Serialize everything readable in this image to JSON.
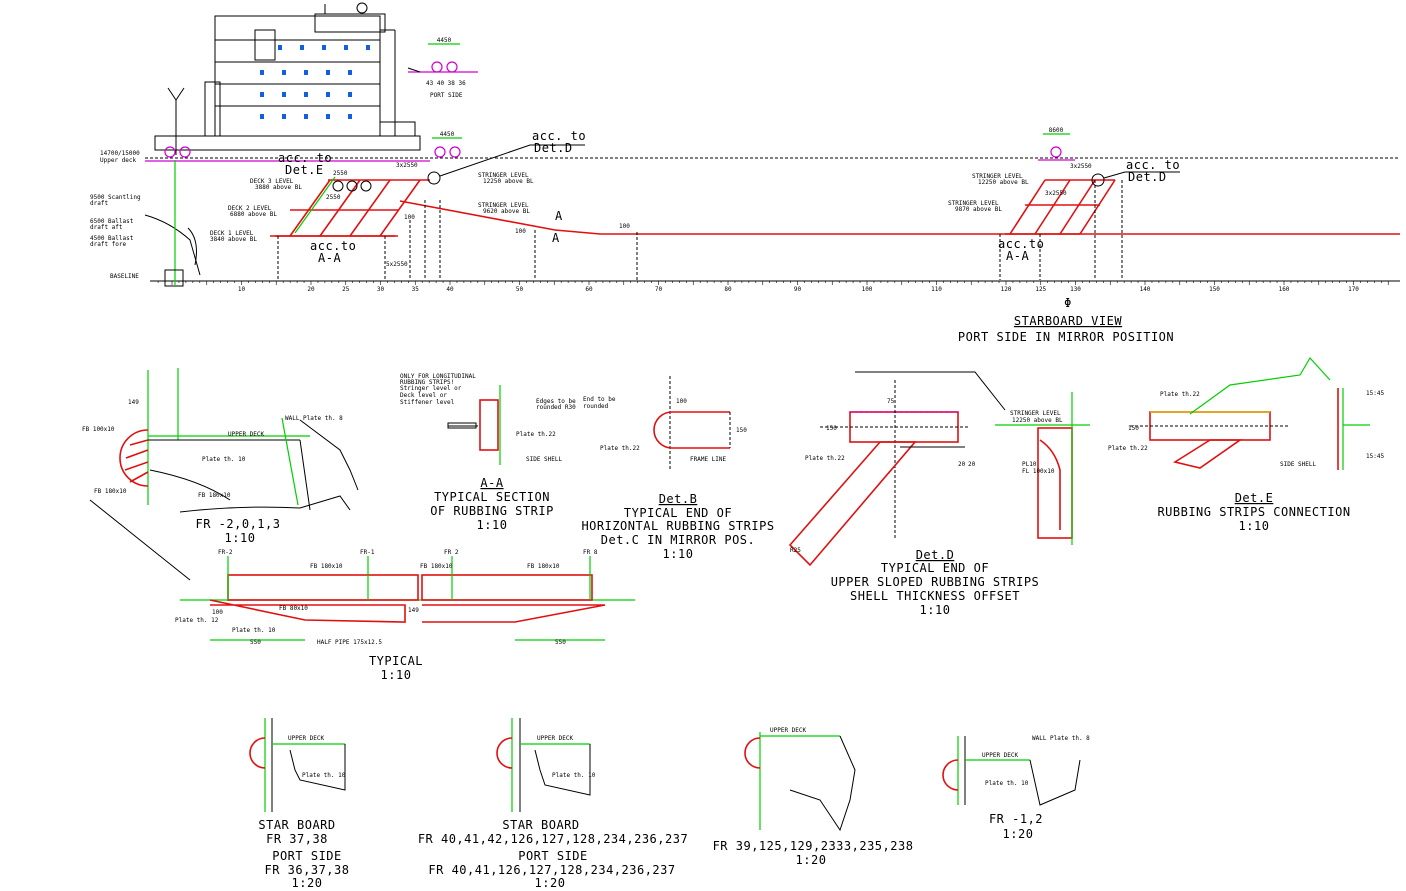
{
  "colors": {
    "red": "#e01010",
    "green": "#00d000",
    "magenta": "#d000d0",
    "black": "#000000",
    "yellow": "#d8c800",
    "blue": "#1060e0"
  },
  "profile": {
    "dim_top": "4450",
    "port_side_label": "PORT SIDE",
    "port_side_dims": "43  40  38  36",
    "dim_mid": "4450",
    "upper_deck_left": "14700/15000",
    "upper_deck": "Upper deck",
    "sounding": "9500 Scantling",
    "sounding2": "draft",
    "ballast_aft": "6500 Ballast",
    "ballast_aft2": "draft aft",
    "ballast_fore": "4500 Ballast",
    "ballast_fore2": "draft fore",
    "baseline": "BASELINE",
    "deck3": "DECK 3 LEVEL",
    "deck3_sub": "3880 above BL",
    "deck2": "DECK 2 LEVEL",
    "deck2_sub": "6880 above BL",
    "deck1": "DECK 1 LEVEL",
    "deck1_sub": "3840 above BL",
    "acc_det_e": "acc. to",
    "acc_det_e2": "Det.E",
    "acc_det_d": "acc. to",
    "acc_det_d2": "Det.D",
    "acc_aa": "acc.to",
    "acc_aa2": "A-A",
    "stringer_level": "STRINGER LEVEL",
    "stringer_level_sub": "12250 above BL",
    "stringer_level2": "STRINGER LEVEL",
    "stringer_level2_sub": "9620 above BL",
    "dim_3x2550": "3x2550",
    "dim_2550": "2550",
    "dim_2550b": "2550",
    "dim_100a": "100",
    "dim_100b": "100",
    "dim_100c": "100",
    "dim_5x2550": "5x2550",
    "sec_a1": "A",
    "sec_a2": "A",
    "frame_numbers": [
      "10",
      "20",
      "25",
      "30",
      "35",
      "40",
      "50",
      "60",
      "70",
      "80",
      "90",
      "100",
      "110",
      "120",
      "125",
      "130",
      "140",
      "150",
      "160",
      "170"
    ]
  },
  "starboard": {
    "dim_top": "8600",
    "stringer": "STRINGER LEVEL",
    "stringer_sub": "12250 above BL",
    "stringer2": "STRINGER LEVEL",
    "stringer2_sub": "9870 above BL",
    "dim_3x2550": "3x2550",
    "dim_3x2550b": "3x2550",
    "acc_det_d": "acc. to",
    "acc_det_d2": "Det.D",
    "acc_aa": "acc.to",
    "acc_aa2": "A-A",
    "symbol": "Φ",
    "title": "STARBOARD VIEW",
    "subtitle": "PORT SIDE IN MIRROR POSITION"
  },
  "fr_section": {
    "dim_149": "149",
    "fb1": "FB 100x10",
    "fb2": "FB 180x10",
    "fb3": "FB 180x10",
    "upper_deck": "UPPER DECK",
    "wall": "WALL Plate th. 8",
    "plate": "Plate th. 10",
    "title": "FR  -2,0,1,3",
    "scale": "1:10"
  },
  "section_aa": {
    "note1": "ONLY FOR LONGITUDINAL",
    "note2": "RUBBING STRIPS!",
    "note3": "Stringer level or",
    "note4": "Deck level or",
    "note5": "Stiffener level",
    "edges": "Edges to be",
    "edges2": "rounded R30",
    "plate": "Plate th.22",
    "side_shell": "SIDE SHELL",
    "title_ref": "A-A",
    "title": "TYPICAL SECTION",
    "title2": "OF RUBBING STRIP",
    "scale": "1:10"
  },
  "det_b": {
    "end_note": "End to be",
    "end_note2": "rounded",
    "dim": "100",
    "dim_v": "150",
    "plate": "Plate th.22",
    "frame_line": "FRAME LINE",
    "ref": "Det.B",
    "title": "TYPICAL END OF",
    "title2": "HORIZONTAL RUBBING STRIPS",
    "title3": "Det.C IN MIRROR POS.",
    "scale": "1:10"
  },
  "det_d": {
    "dim_75": "75",
    "dim_150": "150",
    "plate": "Plate th.22",
    "stringer": "STRINGER LEVEL",
    "stringer_sub": "12250 above BL",
    "pl": "PL10",
    "fl": "FL 100x10",
    "dim_20": "20",
    "dim_20b": "20",
    "dim_r": "R25",
    "ref": "Det.D",
    "title": "TYPICAL END OF",
    "title2": "UPPER SLOPED RUBBING STRIPS",
    "title3": "SHELL THICKNESS OFFSET",
    "scale": "1:10"
  },
  "det_e": {
    "plate1": "Plate th.22",
    "plate2": "Plate th.22",
    "dim_150": "150",
    "side_shell": "SIDE SHELL",
    "dim_v1": "15:45",
    "dim_v2": "15:45",
    "ref": "Det.E",
    "title": "RUBBING STRIPS CONNECTION",
    "scale": "1:10"
  },
  "typical": {
    "fr_m2": "FR-2",
    "fr_m1": "FR-1",
    "fr_2": "FR 2",
    "fr_8": "FR 8",
    "fb1": "FB 180x10",
    "fb2": "FB 180x10",
    "fb3": "FB 180x10",
    "fb4": "FB 80x10",
    "plate12": "Plate th. 12",
    "plate10": "Plate th. 10",
    "half_pipe": "HALF PIPE 175x12.5",
    "dim_550a": "550",
    "dim_550b": "550",
    "dim_100": "100",
    "dim_149": "149",
    "title": "TYPICAL",
    "scale": "1:10"
  },
  "small_sections": [
    {
      "upper": "UPPER DECK",
      "plate": "Plate th. 10",
      "l1": "STAR BOARD",
      "l2": "FR 37,38",
      "l3": "PORT SIDE",
      "l4": "FR 36,37,38",
      "l5": "1:20"
    },
    {
      "upper": "UPPER DECK",
      "plate": "Plate th. 10",
      "l1": "STAR BOARD",
      "l2": "FR 40,41,42,126,127,128,234,236,237",
      "l3": "PORT SIDE",
      "l4": "FR 40,41,126,127,128,234,236,237",
      "l5": "1:20"
    },
    {
      "upper": "UPPER DECK",
      "l1": "FR 39,125,129,2333,235,238",
      "l2": "1:20"
    },
    {
      "upper": "UPPER DECK",
      "wall": "WALL Plate th. 8",
      "plate": "Plate th. 10",
      "l1": "FR -1,2",
      "l2": "1:20"
    }
  ]
}
